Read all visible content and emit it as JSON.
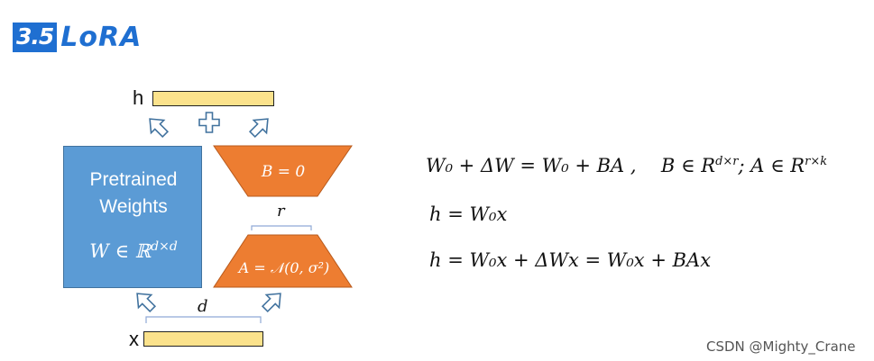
{
  "header": {
    "section_number": "3.5",
    "section_title": "LoRA"
  },
  "diagram": {
    "output_label": "h",
    "input_label": "x",
    "plus_symbol": "+",
    "weights": {
      "line1": "Pretrained",
      "line2": "Weights",
      "formula": "W ∈ ℝ",
      "formula_sup": "d×d"
    },
    "matrix_b": "B = 0",
    "matrix_a": "A = 𝒩(0, σ²)",
    "rank_label": "r",
    "dim_label": "d"
  },
  "equations": {
    "eq1_main": "W₀ + ΔW = W₀ + BA ,",
    "eq1_b": "B ∈ R",
    "eq1_b_sup": "d×r",
    "eq1_a": "; A ∈ R",
    "eq1_a_sup": "r×k",
    "eq2": "h = W₀x",
    "eq3": "h = W₀x + ΔWx = W₀x + BAx"
  },
  "colors": {
    "weights_fill": "#5b9bd5",
    "lora_fill": "#ed7d31",
    "bar_fill": "#fbe28c",
    "title_blue": "#1f6fd1"
  },
  "watermark": "CSDN @Mighty_Crane"
}
